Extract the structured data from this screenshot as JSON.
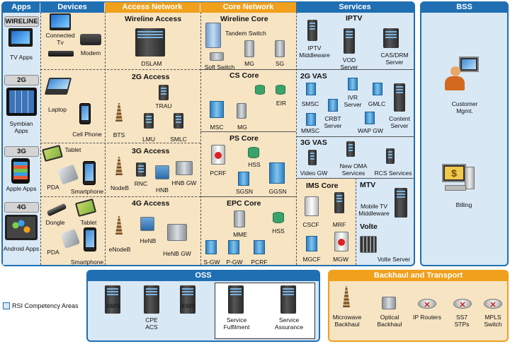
{
  "headers": {
    "apps": "Apps",
    "devices": "Devices",
    "access_network": "Access Network",
    "core_network": "Core Network",
    "services": "Services",
    "bss": "BSS",
    "oss": "OSS",
    "backhaul": "Backhaul and Transport"
  },
  "apps": {
    "wireline_pill": "WIRELINE",
    "tv_apps": "TV Apps",
    "pill_2g": "2G",
    "symbian_apps": "Symbian Apps",
    "pill_3g": "3G",
    "apple_apps": "Apple Apps",
    "pill_4g": "4G",
    "android_apps": "Android Apps"
  },
  "devices": {
    "connected_tv": "Connected Tv",
    "modem": "Modem",
    "laptop": "Laptop",
    "cell_phone": "Cell Phone",
    "tablet_3g": "Tablet",
    "pda_3g": "PDA",
    "smartphone_3g": "Smartphone",
    "dongle": "Dongle",
    "tablet_4g": "Tablet",
    "pda_4g": "PDA",
    "smartphone_4g": "Smartphone"
  },
  "access": {
    "wireline_title": "Wireline Access",
    "dslam": "DSLAM",
    "title_2g": "2G Access",
    "trau": "TRAU",
    "bts": "BTS",
    "lmu": "LMU",
    "smlc": "SMLC",
    "title_3g": "3G Access",
    "nodeb": "NodeB",
    "rnc": "RNC",
    "hnb": "HNB",
    "hnb_gw": "HNB GW",
    "title_4g": "4G Access",
    "enodeb": "eNodeB",
    "henb": "HeNB",
    "henb_gw": "HeNB GW"
  },
  "core": {
    "wireline_title": "Wireline Core",
    "tandem_switch": "Tandem Switch",
    "soft_switch": "Soft Switch",
    "mg_wireline": "MG",
    "sg": "SG",
    "cs_title": "CS Core",
    "eir": "EIR",
    "msc": "MSC",
    "mg_cs": "MG",
    "ps_title": "PS Core",
    "pcrf_ps": "PCRF",
    "hss_ps": "HSS",
    "sgsn": "SGSN",
    "ggsn": "GGSN",
    "epc_title": "EPC Core",
    "mme": "MME",
    "hss_epc": "HSS",
    "sgw": "S-GW",
    "pgw": "P-GW",
    "pcrf_epc": "PCRF"
  },
  "services": {
    "iptv_title": "IPTV",
    "iptv_middleware": "IPTV Middleware",
    "vod_server": "VOD Server",
    "cas_drm_server": "CAS/DRM Server",
    "vas2g_title": "2G VAS",
    "smsc": "SMSC",
    "ivr_server": "IVR Server",
    "gmlc": "GMLC",
    "crbt_server": "CRBT Server",
    "mmsc": "MMSC",
    "wap_gw": "WAP GW",
    "content_server": "Content Server",
    "vas3g_title": "3G VAS",
    "video_gw": "Video GW",
    "new_oma_services": "New OMA Services",
    "rcs_services": "RCS Services",
    "ims_title": "IMS Core",
    "cscf": "CSCF",
    "mrf": "MRF",
    "mgcf": "MGCF",
    "mgw": "MGW",
    "mtv_title": "MTV",
    "mobile_tv_middleware": "Mobile TV Middleware",
    "volte_title": "Volte",
    "volte_server": "Volte Server"
  },
  "bss": {
    "customer_mgmt": "Customer Mgmt.",
    "billing": "Billing"
  },
  "oss": {
    "nms": "NMS",
    "cpe_acs": "CPE ACS",
    "ems": "EMS",
    "service_fulfilment": "Service Fulfilment",
    "service_assurance": "Service Assurance"
  },
  "backhaul": {
    "microwave": "Microwave Backhaul",
    "optical": "Optical Backhaul",
    "ip_routers": "IP Routers",
    "ss7_stps": "SS7 STPs",
    "mpls_switch": "MPLS Switch"
  },
  "legend": {
    "label": "RSI Competency Areas"
  },
  "colors": {
    "blue_header": "#1f6fb2",
    "orange_header": "#f0a01c",
    "blue_fill": "#d9e8f5",
    "tan_fill": "#f6e4c3"
  }
}
